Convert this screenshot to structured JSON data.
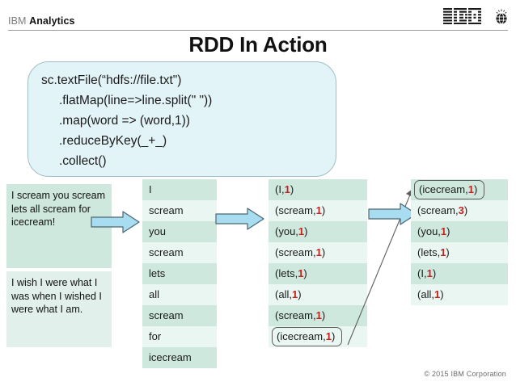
{
  "header": {
    "brand_ibm": "IBM",
    "brand_product": "Analytics",
    "logo_alt": "IBM",
    "globe_icon": "ibm-globe-icon"
  },
  "title": "RDD In Action",
  "code_box": {
    "lines": [
      "sc.textFile(“hdfs://file.txt\")",
      ".flatMap(line=>line.split(\" \"))",
      ".map(word => (word,1))",
      ".reduceByKey(_+_)",
      ".collect()"
    ]
  },
  "source": {
    "blocks": [
      "I scream you scream lets all scream for icecream!",
      "I wish I were what I was when I wished I were what I am."
    ]
  },
  "columns": {
    "words": {
      "name": "flatMap-output",
      "rows": [
        "I",
        "scream",
        "you",
        "scream",
        "lets",
        "all",
        "scream",
        "for",
        "icecream"
      ]
    },
    "pairs": {
      "name": "map-output",
      "rows": [
        {
          "key": "I",
          "count": "1",
          "boxed": false
        },
        {
          "key": "scream",
          "count": "1",
          "boxed": false
        },
        {
          "key": "you",
          "count": "1",
          "boxed": false
        },
        {
          "key": "scream",
          "count": "1",
          "boxed": false
        },
        {
          "key": "lets",
          "count": "1",
          "boxed": false
        },
        {
          "key": "all",
          "count": "1",
          "boxed": false
        },
        {
          "key": "scream",
          "count": "1",
          "boxed": false
        },
        {
          "key": "icecream",
          "count": "1",
          "boxed": true
        }
      ]
    },
    "reduce": {
      "name": "reduceByKey-output",
      "rows": [
        {
          "key": "icecream",
          "count": "1",
          "boxed": true
        },
        {
          "key": "scream",
          "count": "3",
          "boxed": false
        },
        {
          "key": "you",
          "count": "1",
          "boxed": false
        },
        {
          "key": "lets",
          "count": "1",
          "boxed": false
        },
        {
          "key": "I",
          "count": "1",
          "boxed": false
        },
        {
          "key": "all",
          "count": "1",
          "boxed": false
        }
      ]
    }
  },
  "arrows": {
    "arrow_1": "flatMap-arrow",
    "arrow_2": "map-arrow",
    "arrow_3": "reduceByKey-arrow",
    "connector": "icecream-trace-arrow"
  },
  "colors": {
    "row_dark": "#cfe8dd",
    "row_light": "#eaf6f1",
    "code_bg": "#e3f4f8",
    "code_border": "#9fbfc8",
    "arrow_fill": "#a8dcf0",
    "arrow_stroke": "#4a6670",
    "count_red": "#c42121",
    "source_block_a": "#cfe8dd",
    "source_block_b": "#e1f0ea"
  },
  "footer": "© 2015 IBM Corporation"
}
